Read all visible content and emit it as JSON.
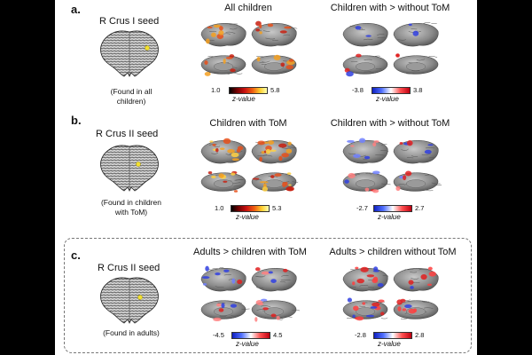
{
  "panels": [
    {
      "label": "a.",
      "seed": "R Crus I seed",
      "note": [
        "(Found in all",
        "children)"
      ],
      "left": {
        "title": "All children",
        "cmap": "hot",
        "min": "1.0",
        "max": "5.8",
        "zlabel": "z-value"
      },
      "right": {
        "title": "Children with > without ToM",
        "cmap": "diverging",
        "min": "-3.8",
        "max": "3.8",
        "zlabel": "z-value"
      }
    },
    {
      "label": "b.",
      "seed": "R Crus II seed",
      "note": [
        "(Found in children",
        "with ToM)"
      ],
      "left": {
        "title": "Children with ToM",
        "cmap": "hot",
        "min": "1.0",
        "max": "5.3",
        "zlabel": "z-value"
      },
      "right": {
        "title": "Children with > without ToM",
        "cmap": "diverging",
        "min": "-2.7",
        "max": "2.7",
        "zlabel": "z-value"
      }
    },
    {
      "label": "c.",
      "seed": "R Crus II seed",
      "note": [
        "(Found in adults)"
      ],
      "left": {
        "title": "Adults > children with ToM",
        "cmap": "diverging",
        "min": "-4.5",
        "max": "4.5",
        "zlabel": "z-value"
      },
      "right": {
        "title": "Adults > children without ToM",
        "cmap": "diverging",
        "min": "-2.8",
        "max": "2.8",
        "zlabel": "z-value"
      }
    }
  ],
  "colors": {
    "hot": "#f08020",
    "positive": "#e02020",
    "negative": "#3040e0",
    "seed": "#f2e030",
    "cortex": "#8a8a8a"
  }
}
